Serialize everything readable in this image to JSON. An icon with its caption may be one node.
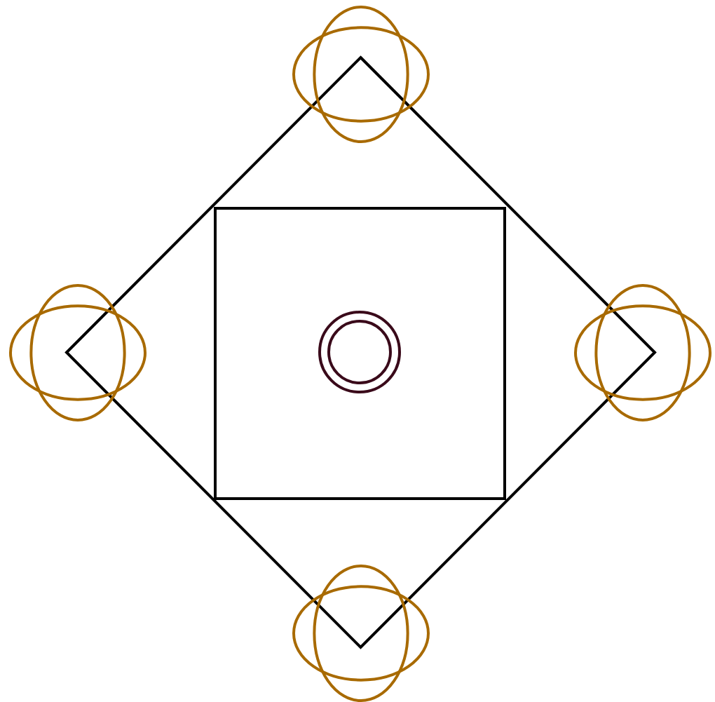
{
  "diagram": {
    "nodes": [
      {
        "text": [],
        "shape": "diamond"
      },
      {
        "text": [],
        "shape": "box",
        "in": 0
      },
      {
        "text": [],
        "shape": "circle",
        "in": 1
      },
      {
        "text": [],
        "shape": "orbital"
      },
      {
        "text": [],
        "shape": "orbital"
      },
      {
        "text": [],
        "shape": "orbital"
      },
      {
        "text": [],
        "shape": "orbital"
      }
    ]
  }
}
